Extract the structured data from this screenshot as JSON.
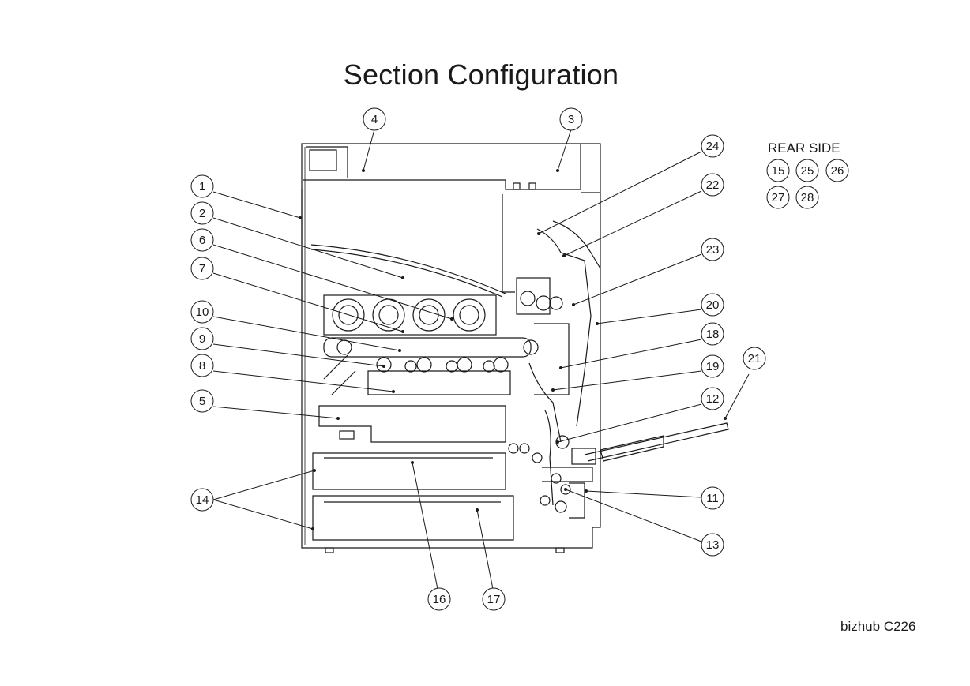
{
  "title": "Section Configuration",
  "rear_side": {
    "label": "REAR SIDE",
    "numbers": [
      "15",
      "25",
      "26",
      "27",
      "28"
    ]
  },
  "model": "bizhub C226",
  "callouts": [
    "1",
    "2",
    "3",
    "4",
    "5",
    "6",
    "7",
    "8",
    "9",
    "10",
    "11",
    "12",
    "13",
    "14",
    "16",
    "17",
    "18",
    "19",
    "20",
    "21",
    "22",
    "23",
    "24"
  ]
}
